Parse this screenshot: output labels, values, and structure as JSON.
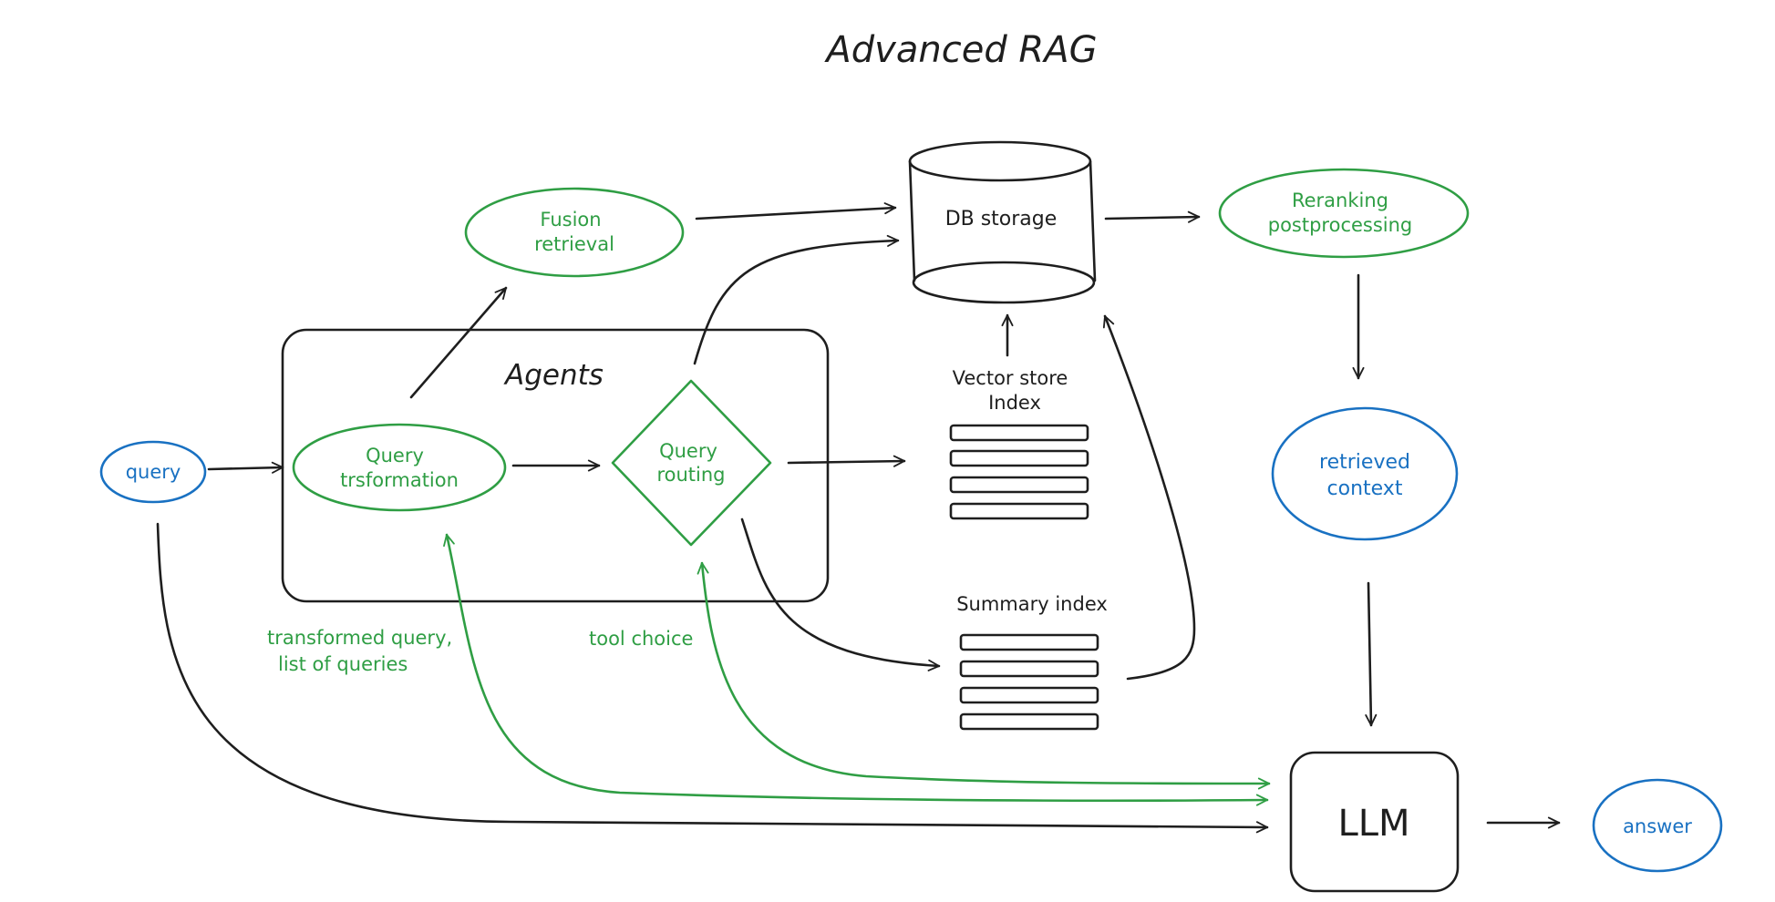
{
  "title": "Advanced RAG",
  "colors": {
    "black": "#1e1e1e",
    "green": "#2f9e44",
    "blue": "#1971c2"
  },
  "nodes": {
    "query": "query",
    "agents": "Agents",
    "query_transformation": [
      "Query",
      "trsformation"
    ],
    "query_routing": [
      "Query",
      "routing"
    ],
    "fusion_retrieval": [
      "Fusion",
      "retrieval"
    ],
    "db_storage": "DB storage",
    "vector_store_index": [
      "Vector store",
      "Index"
    ],
    "summary_index": "Summary index",
    "reranking": [
      "Reranking",
      "postprocessing"
    ],
    "retrieved_context": [
      "retrieved",
      "context"
    ],
    "llm": "LLM",
    "answer": "answer"
  },
  "labels": {
    "transformed_query": [
      "transformed query,",
      "list of queries"
    ],
    "tool_choice": "tool choice"
  }
}
